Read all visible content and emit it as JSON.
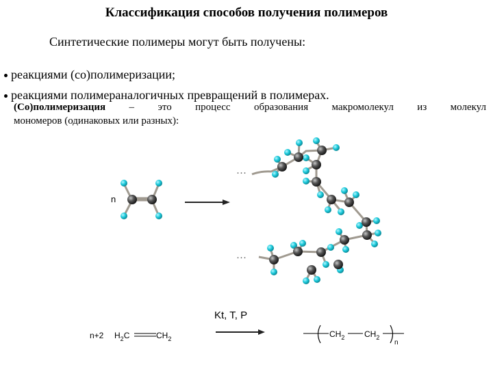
{
  "title": "Классификация способов получения полимеров",
  "subtitle": "Синтетические полимеры могут быть получены:",
  "bullets": [
    "реакциями (со)полимеризации;",
    "реакциями полимераналогичных превращений  в полимерах."
  ],
  "definition": {
    "term": "(Со)полимеризация",
    "line1_rest": " – это процесс образования макромолекул из молекул",
    "line2": "мономеров (одинаковых или разных):"
  },
  "monomer_prefix": "n",
  "equation": {
    "conditions": "Kt, T, P",
    "coefficient": "n+2",
    "reactant_left": "H",
    "reactant_left_sub": "2",
    "reactant_right": "CH",
    "reactant_right_sub": "2",
    "product_unit1": "CH",
    "product_unit1_sub": "2",
    "product_unit2": "CH",
    "product_unit2_sub": "2",
    "product_subscript": "n"
  },
  "colors": {
    "carbon": "#4a4a4a",
    "hydrogen": "#18c8d8",
    "bond": "#a09a90",
    "arrow": "#222222"
  }
}
